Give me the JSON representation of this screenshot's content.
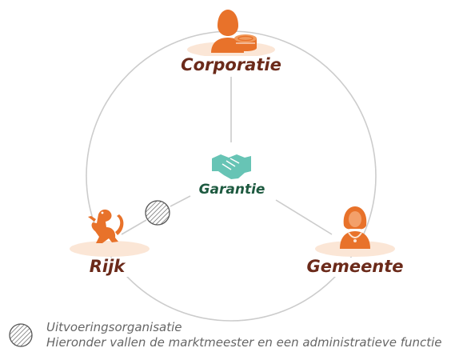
{
  "nodes": {
    "corporatie": {
      "label": "Corporatie",
      "icon": "person-with-coins-icon"
    },
    "gemeente": {
      "label": "Gemeente",
      "icon": "woman-with-necklace-icon"
    },
    "rijk": {
      "label": "Rijk",
      "icon": "lion-icon"
    },
    "garantie": {
      "label": "Garantie",
      "icon": "handshake-icon"
    }
  },
  "legend": {
    "icon": "hatched-circle-icon",
    "title": "Uitvoeringsorganisatie",
    "description": "Hieronder vallen de marktmeester en een administratieve functie"
  },
  "colors": {
    "label_brown": "#6b2a1a",
    "label_green": "#1e5a40",
    "icon_orange": "#e8722a",
    "icon_teal": "#67c4b5",
    "ellipse_peach": "#fbe6d6",
    "line_gray": "#cccccc",
    "legend_text": "#666666"
  }
}
